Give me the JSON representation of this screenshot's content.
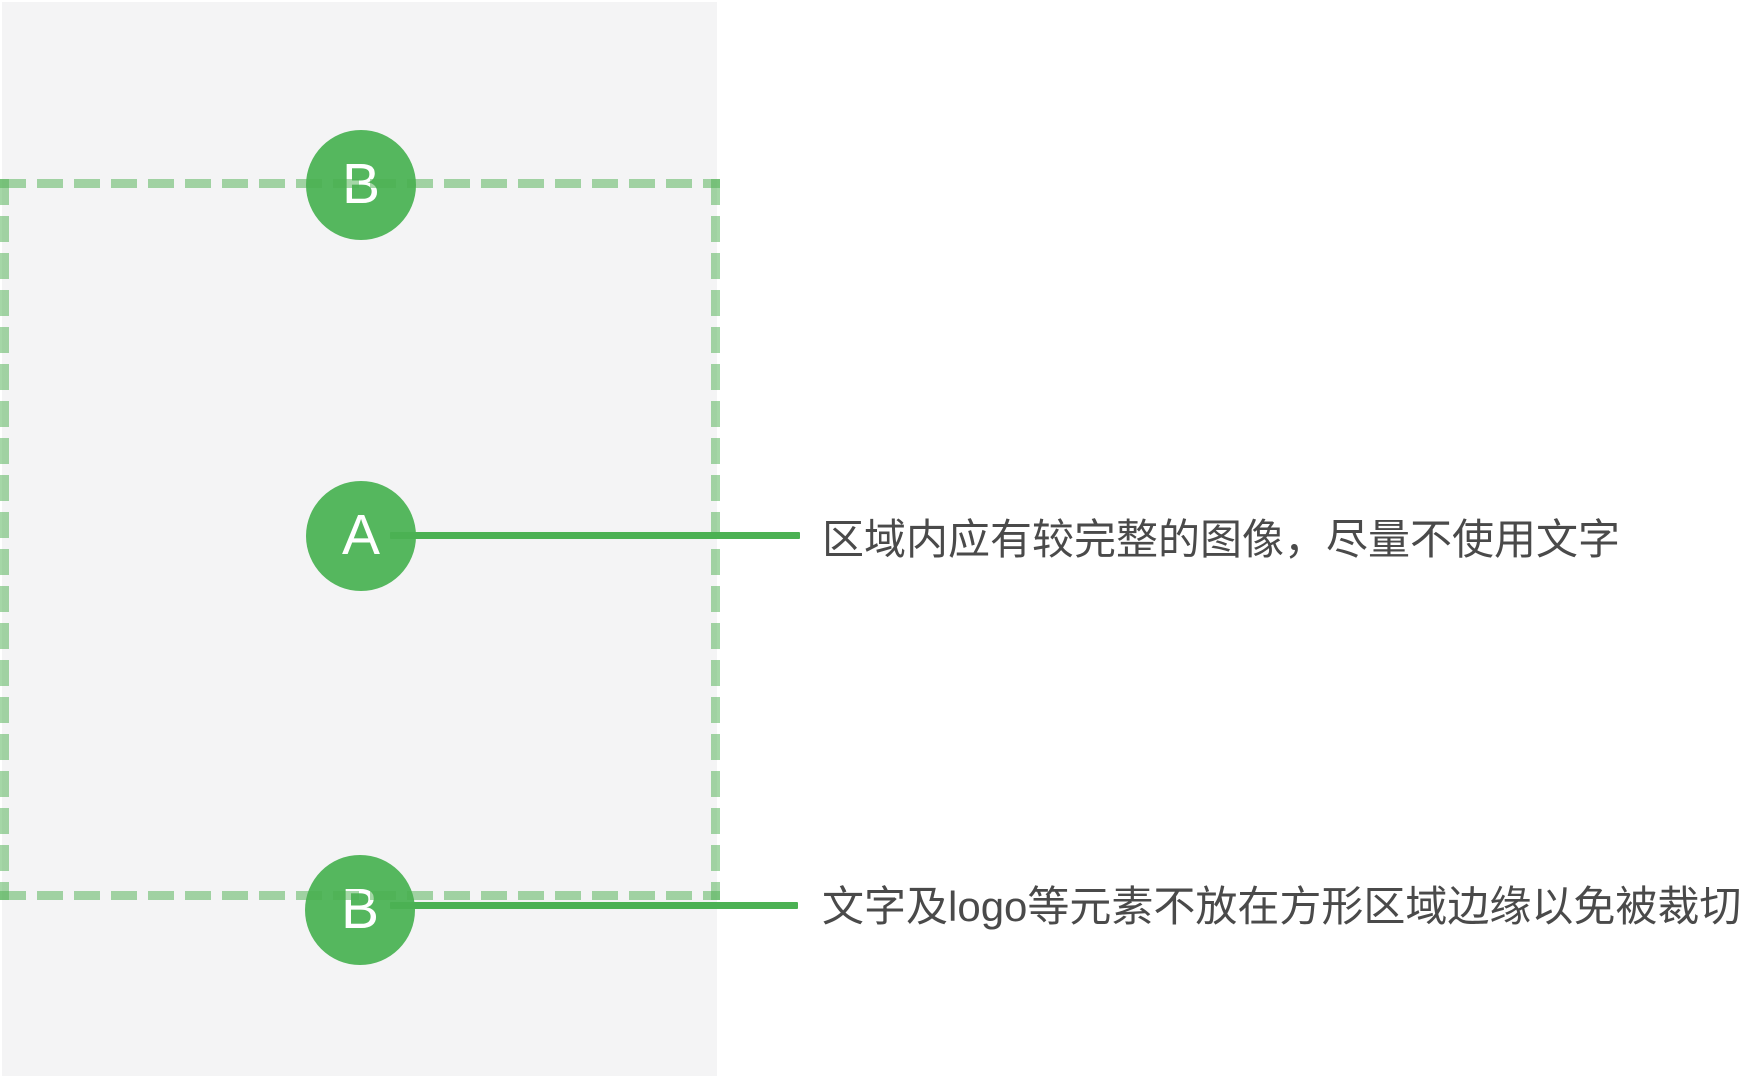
{
  "colors": {
    "green": "#55b75e",
    "line-green": "#4bb153",
    "panel-bg": "#f4f4f5",
    "text-color": "#4a4a4a",
    "dash-green-base": "#a5d6a7",
    "page-bg": "#ffffff"
  },
  "markers": {
    "top": {
      "label": "B"
    },
    "middle": {
      "label": "A"
    },
    "bottom": {
      "label": "B"
    }
  },
  "annotations": {
    "a": "区域内应有较完整的图像，尽量不使用文字",
    "b": "文字及logo等元素不放在方形区域边缘以免被裁切"
  }
}
